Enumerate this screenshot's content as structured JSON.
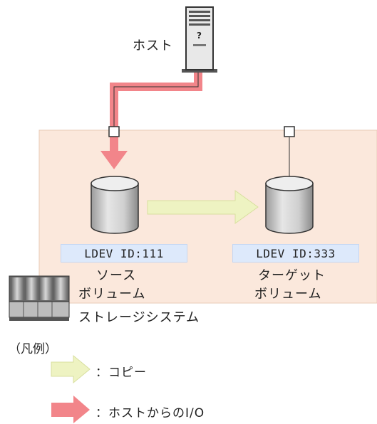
{
  "host": {
    "label": "ホスト"
  },
  "source": {
    "ldev": "LDEV ID:111",
    "label_line1": "ソース",
    "label_line2": "ボリューム"
  },
  "target": {
    "ldev": "LDEV ID:333",
    "label_line1": "ターゲット",
    "label_line2": "ボリューム"
  },
  "storage": {
    "label": "ストレージシステム"
  },
  "legend": {
    "title": "（凡例）",
    "copy": "：コピー",
    "host_io": "：ホストからのI/O"
  },
  "colors": {
    "storage_bg": "#fbe8dc",
    "io_arrow": "#f2858a",
    "copy_arrow": "#eef3c2",
    "ldev_bg": "#dde9fb"
  }
}
